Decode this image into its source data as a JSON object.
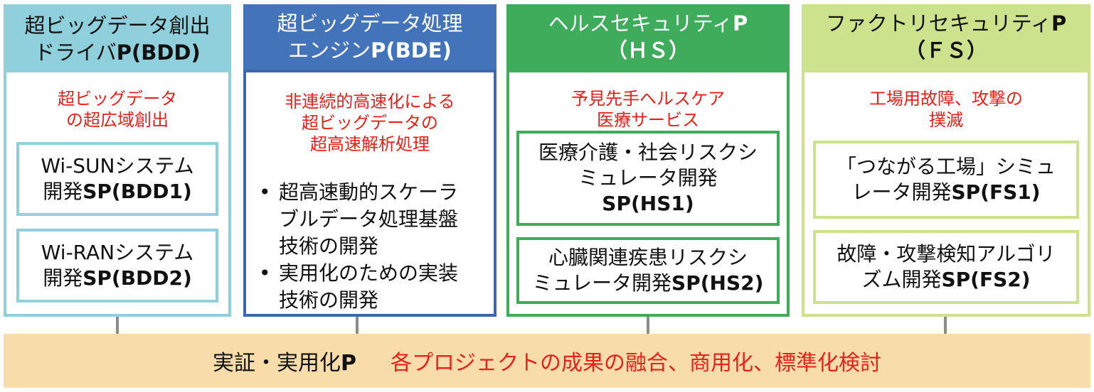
{
  "columns": [
    {
      "header_line1": "超ビッグデータ創出",
      "header_line2_plain": "ドライバ",
      "header_line2_bold": "P(BDD)",
      "goal_line1": "超ビッグデータ",
      "goal_line2": "の超広域創出",
      "subprojects": [
        {
          "line1": "Wi-SUNシステム",
          "plain": "開発",
          "bold": "SP(BDD1)"
        },
        {
          "line1": "Wi-RANシステム",
          "plain": "開発",
          "bold": "SP(BDD2)"
        }
      ]
    },
    {
      "header_line1": "超ビッグデータ処理",
      "header_line2_plain": "エンジン",
      "header_line2_bold": "P(BDE)",
      "goal_line1": "非連続的高速化による",
      "goal_line2": "超ビッグデータの",
      "goal_line3": "超高速解析処理",
      "bullet_symbol": "•",
      "bullets": [
        {
          "line1": "超高速動的スケーラ",
          "line2": "ブルデータ処理基盤",
          "line3": "技術の開発"
        },
        {
          "line1": "実用化のための実装",
          "line2": "技術の開発"
        }
      ]
    },
    {
      "header_line1_plain": "ヘルスセキュリティ",
      "header_line1_bold": "P",
      "header_line2": "（ＨＳ）",
      "goal_line1": "予見先手ヘルスケア",
      "goal_line2": "医療サービス",
      "subprojects": [
        {
          "line1": "医療介護・社会リスクシ",
          "line2": "ミュレータ開発",
          "bold": "SP(HS1)"
        },
        {
          "line1": "心臓関連疾患リスクシ",
          "plain": "ミュレータ開発",
          "bold": "SP(HS2)"
        }
      ]
    },
    {
      "header_line1_plain": "ファクトリセキュリティ",
      "header_line1_bold": "P",
      "header_line2": "（ＦＳ）",
      "goal_line1": "工場用故障、攻撃の",
      "goal_line2": "撲滅",
      "subprojects": [
        {
          "line1": "「つながる工場」シミュ",
          "plain": "レータ開発",
          "bold": "SP(FS1)"
        },
        {
          "line1": "故障・攻撃検知アルゴリ",
          "plain": "ズム開発",
          "bold": "SP(FS2)"
        }
      ]
    }
  ],
  "footer": {
    "title_plain": "実証・実用化",
    "title_bold": "P",
    "description": "各プロジェクトの成果の融合、商用化、標準化検討"
  }
}
